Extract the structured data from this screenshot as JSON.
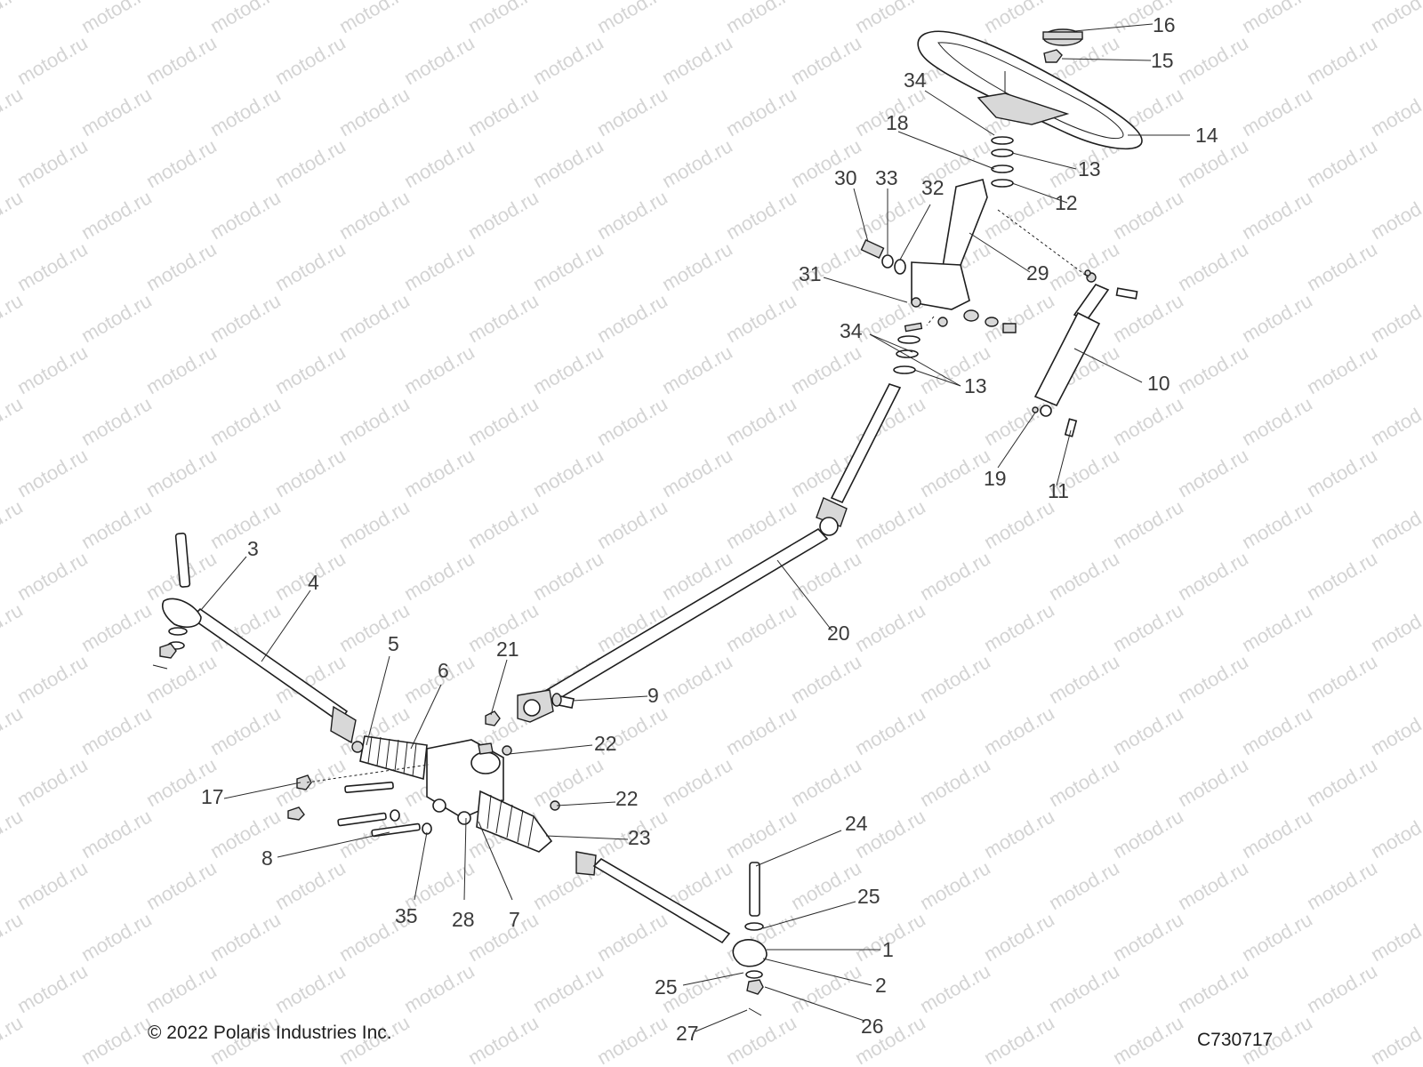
{
  "watermark": "motod.ru",
  "copyright": "© 2022 Polaris Industries Inc.",
  "drawing_id": "C730717",
  "callouts": [
    {
      "id": "c16a",
      "label": "16"
    },
    {
      "id": "c15",
      "label": "15"
    },
    {
      "id": "c34a",
      "label": "34"
    },
    {
      "id": "c14",
      "label": "14"
    },
    {
      "id": "c18",
      "label": "18"
    },
    {
      "id": "c13a",
      "label": "13"
    },
    {
      "id": "c12",
      "label": "12"
    },
    {
      "id": "c30",
      "label": "30"
    },
    {
      "id": "c33",
      "label": "33"
    },
    {
      "id": "c32",
      "label": "32"
    },
    {
      "id": "c29",
      "label": "29"
    },
    {
      "id": "c31",
      "label": "31"
    },
    {
      "id": "c34b",
      "label": "34"
    },
    {
      "id": "c13b",
      "label": "13"
    },
    {
      "id": "c10",
      "label": "10"
    },
    {
      "id": "c19",
      "label": "19"
    },
    {
      "id": "c11",
      "label": "11"
    },
    {
      "id": "c3",
      "label": "3"
    },
    {
      "id": "c4",
      "label": "4"
    },
    {
      "id": "c20",
      "label": "20"
    },
    {
      "id": "c5",
      "label": "5"
    },
    {
      "id": "c6",
      "label": "6"
    },
    {
      "id": "c21",
      "label": "21"
    },
    {
      "id": "c9",
      "label": "9"
    },
    {
      "id": "c22a",
      "label": "22"
    },
    {
      "id": "c22b",
      "label": "22"
    },
    {
      "id": "c17",
      "label": "17"
    },
    {
      "id": "c23",
      "label": "23"
    },
    {
      "id": "c24",
      "label": "24"
    },
    {
      "id": "c8",
      "label": "8"
    },
    {
      "id": "c35",
      "label": "35"
    },
    {
      "id": "c28",
      "label": "28"
    },
    {
      "id": "c7",
      "label": "7"
    },
    {
      "id": "c25a",
      "label": "25"
    },
    {
      "id": "c1",
      "label": "1"
    },
    {
      "id": "c2",
      "label": "2"
    },
    {
      "id": "c25b",
      "label": "25"
    },
    {
      "id": "c26",
      "label": "26"
    },
    {
      "id": "c27",
      "label": "27"
    }
  ]
}
